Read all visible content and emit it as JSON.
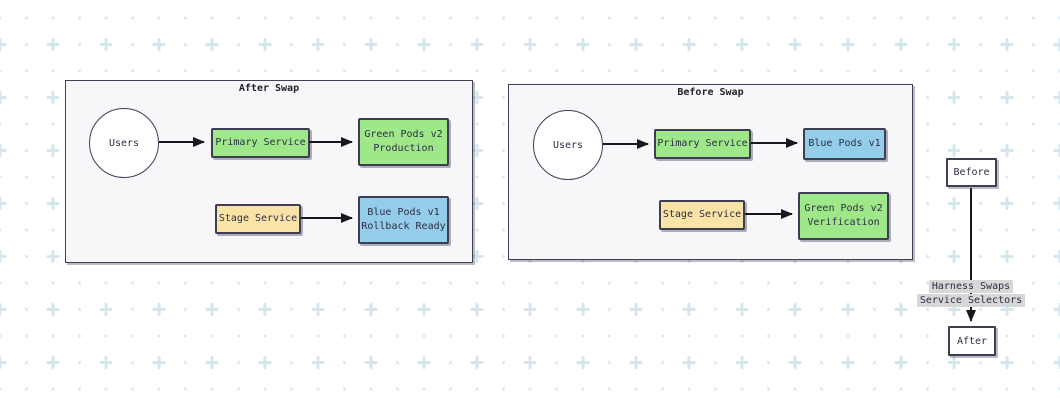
{
  "diagram": {
    "groups": [
      {
        "title": "After Swap",
        "users_label": "Users",
        "primary_label": "Primary Service",
        "primary_target_label": "Green Pods v2\nProduction",
        "stage_label": "Stage Service",
        "stage_target_label": "Blue Pods v1\nRollback Ready"
      },
      {
        "title": "Before Swap",
        "users_label": "Users",
        "primary_label": "Primary Service",
        "primary_target_label": "Blue Pods v1",
        "stage_label": "Stage Service",
        "stage_target_label": "Green Pods v2\nVerification"
      }
    ],
    "swap_flow": {
      "before_label": "Before",
      "after_label": "After",
      "edge_label": "Harness Swaps\nService Selectors"
    },
    "colors": {
      "green_node": "#9fe88a",
      "blue_node": "#93cdea",
      "tan_node": "#fae3a7",
      "node_border": "#3d3d54",
      "group_fill": "#f7f7fa",
      "arrow": "#17171f",
      "edge_label_bg": "#d7d7d7",
      "pattern_dot": "#dbe9f1",
      "pattern_cross": "#d5e7ec"
    }
  }
}
